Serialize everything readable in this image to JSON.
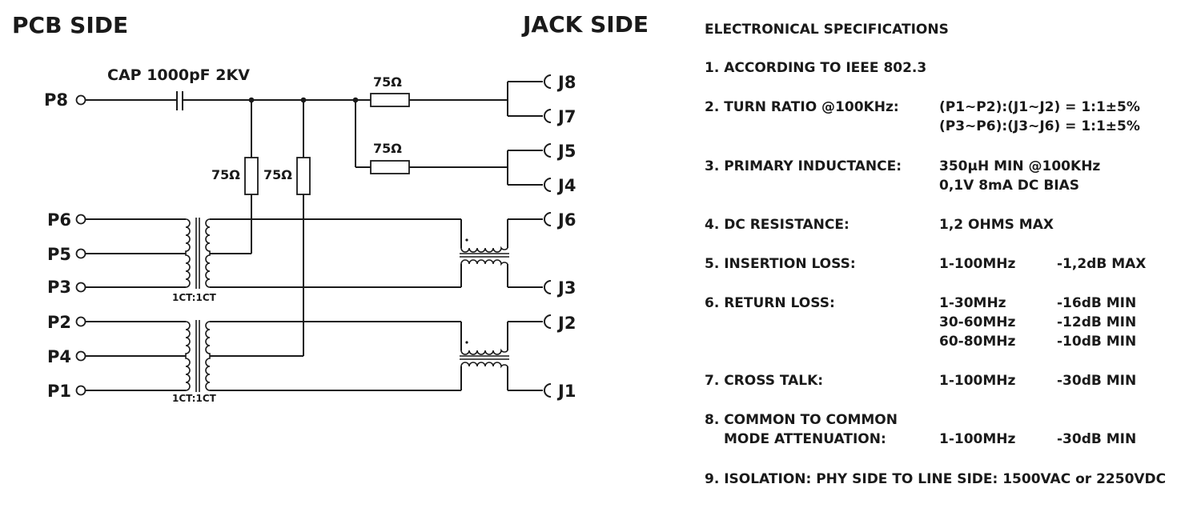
{
  "schematic": {
    "pcb_side_title": "PCB SIDE",
    "jack_side_title": "JACK SIDE",
    "cap_label": "CAP 1000pF 2KV",
    "resistor_labels": [
      "75Ω",
      "75Ω",
      "75Ω",
      "75Ω"
    ],
    "pcb_pins": [
      "P8",
      "P6",
      "P5",
      "P3",
      "P2",
      "P4",
      "P1"
    ],
    "jack_pins": [
      "J8",
      "J7",
      "J5",
      "J4",
      "J6",
      "J3",
      "J2",
      "J1"
    ],
    "transformer_ratios": [
      "1CT:1CT",
      "1CT:1CT"
    ]
  },
  "specs": {
    "title": "ELECTRONICAL SPECIFICATIONS",
    "items": [
      {
        "label": [
          "1. ACCORDING TO IEEE 802.3"
        ],
        "values": []
      },
      {
        "label": [
          "2. TURN RATIO @100KHz:"
        ],
        "values": [
          [
            "(P1~P2):(J1~J2) = 1:1±5%"
          ],
          [
            "(P3~P6):(J3~J6) = 1:1±5%"
          ]
        ]
      },
      {
        "label": [
          "3. PRIMARY INDUCTANCE:"
        ],
        "values": [
          [
            "350µH MIN @100KHz"
          ],
          [
            "0,1V 8mA DC BIAS"
          ]
        ]
      },
      {
        "label": [
          "4. DC RESISTANCE:"
        ],
        "values": [
          [
            "1,2 OHMS MAX"
          ]
        ]
      },
      {
        "label": [
          "5. INSERTION LOSS:"
        ],
        "values": [
          [
            "1-100MHz",
            "-1,2dB MAX"
          ]
        ]
      },
      {
        "label": [
          "6. RETURN LOSS:"
        ],
        "values": [
          [
            "1-30MHz",
            "-16dB MIN"
          ],
          [
            "30-60MHz",
            "-12dB MIN"
          ],
          [
            "60-80MHz",
            "-10dB MIN"
          ]
        ]
      },
      {
        "label": [
          "7. CROSS TALK:"
        ],
        "values": [
          [
            "1-100MHz",
            "-30dB MIN"
          ]
        ]
      },
      {
        "label": [
          "8. COMMON TO COMMON",
          "MODE ATTENUATION:"
        ],
        "values": [
          [
            "1-100MHz",
            "-30dB MIN"
          ]
        ]
      },
      {
        "label": [
          "9. ISOLATION: PHY SIDE TO LINE SIDE: 1500VAC or 2250VDC"
        ],
        "values": []
      }
    ]
  }
}
